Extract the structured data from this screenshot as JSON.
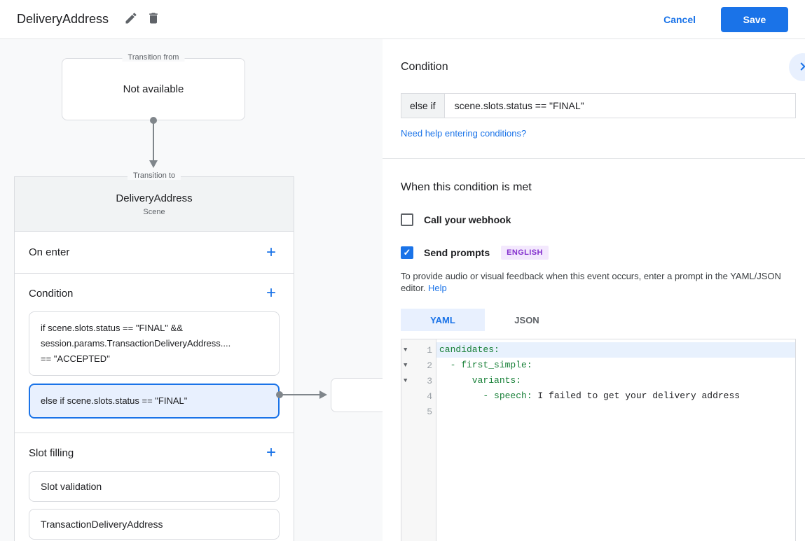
{
  "header": {
    "title": "DeliveryAddress",
    "cancel_label": "Cancel",
    "save_label": "Save"
  },
  "diagram": {
    "transition_from": {
      "label": "Transition from",
      "value": "Not available"
    },
    "transition_to": {
      "label": "Transition to",
      "scene_name": "DeliveryAddress",
      "scene_type": "Scene"
    },
    "on_enter": {
      "label": "On enter"
    },
    "condition": {
      "label": "Condition",
      "items": [
        {
          "selected": false,
          "lines": [
            "if scene.slots.status == \"FINAL\" &&",
            "session.params.TransactionDeliveryAddress....",
            "== \"ACCEPTED\""
          ]
        },
        {
          "selected": true,
          "lines": [
            "else if scene.slots.status == \"FINAL\""
          ]
        }
      ]
    },
    "slot_filling": {
      "label": "Slot filling",
      "items": [
        "Slot validation",
        "TransactionDeliveryAddress"
      ]
    }
  },
  "panel": {
    "condition_heading": "Condition",
    "condition_prefix": "else if",
    "condition_value": "scene.slots.status == \"FINAL\"",
    "help_link": "Need help entering conditions?",
    "when_met_heading": "When this condition is met",
    "webhook_label": "Call your webhook",
    "send_prompts_label": "Send prompts",
    "language_badge": "ENGLISH",
    "prompt_description": "To provide audio or visual feedback when this event occurs, enter a prompt in the YAML/JSON editor.",
    "help_label": "Help",
    "tabs": [
      {
        "label": "YAML",
        "active": true
      },
      {
        "label": "JSON",
        "active": false
      }
    ],
    "editor": {
      "lines": [
        {
          "num": 1,
          "collapsible": true,
          "highlighted": true,
          "segments": [
            {
              "type": "key",
              "text": "candidates:"
            }
          ]
        },
        {
          "num": 2,
          "collapsible": true,
          "segments": [
            {
              "type": "key",
              "text": "  - first_simple:"
            }
          ]
        },
        {
          "num": 3,
          "collapsible": true,
          "segments": [
            {
              "type": "key",
              "text": "      variants:"
            }
          ]
        },
        {
          "num": 4,
          "segments": [
            {
              "type": "key",
              "text": "        - speech:"
            },
            {
              "type": "value",
              "text": " I failed to get your delivery address"
            }
          ]
        },
        {
          "num": 5,
          "segments": []
        }
      ]
    }
  },
  "colors": {
    "accent": "#1a73e8",
    "selected_condition_bg": "#e8f0fe",
    "badge_bg": "#f3e8fd",
    "badge_text": "#8430ce",
    "code_key": "#188038",
    "line_highlight": "#e8f1fd"
  }
}
